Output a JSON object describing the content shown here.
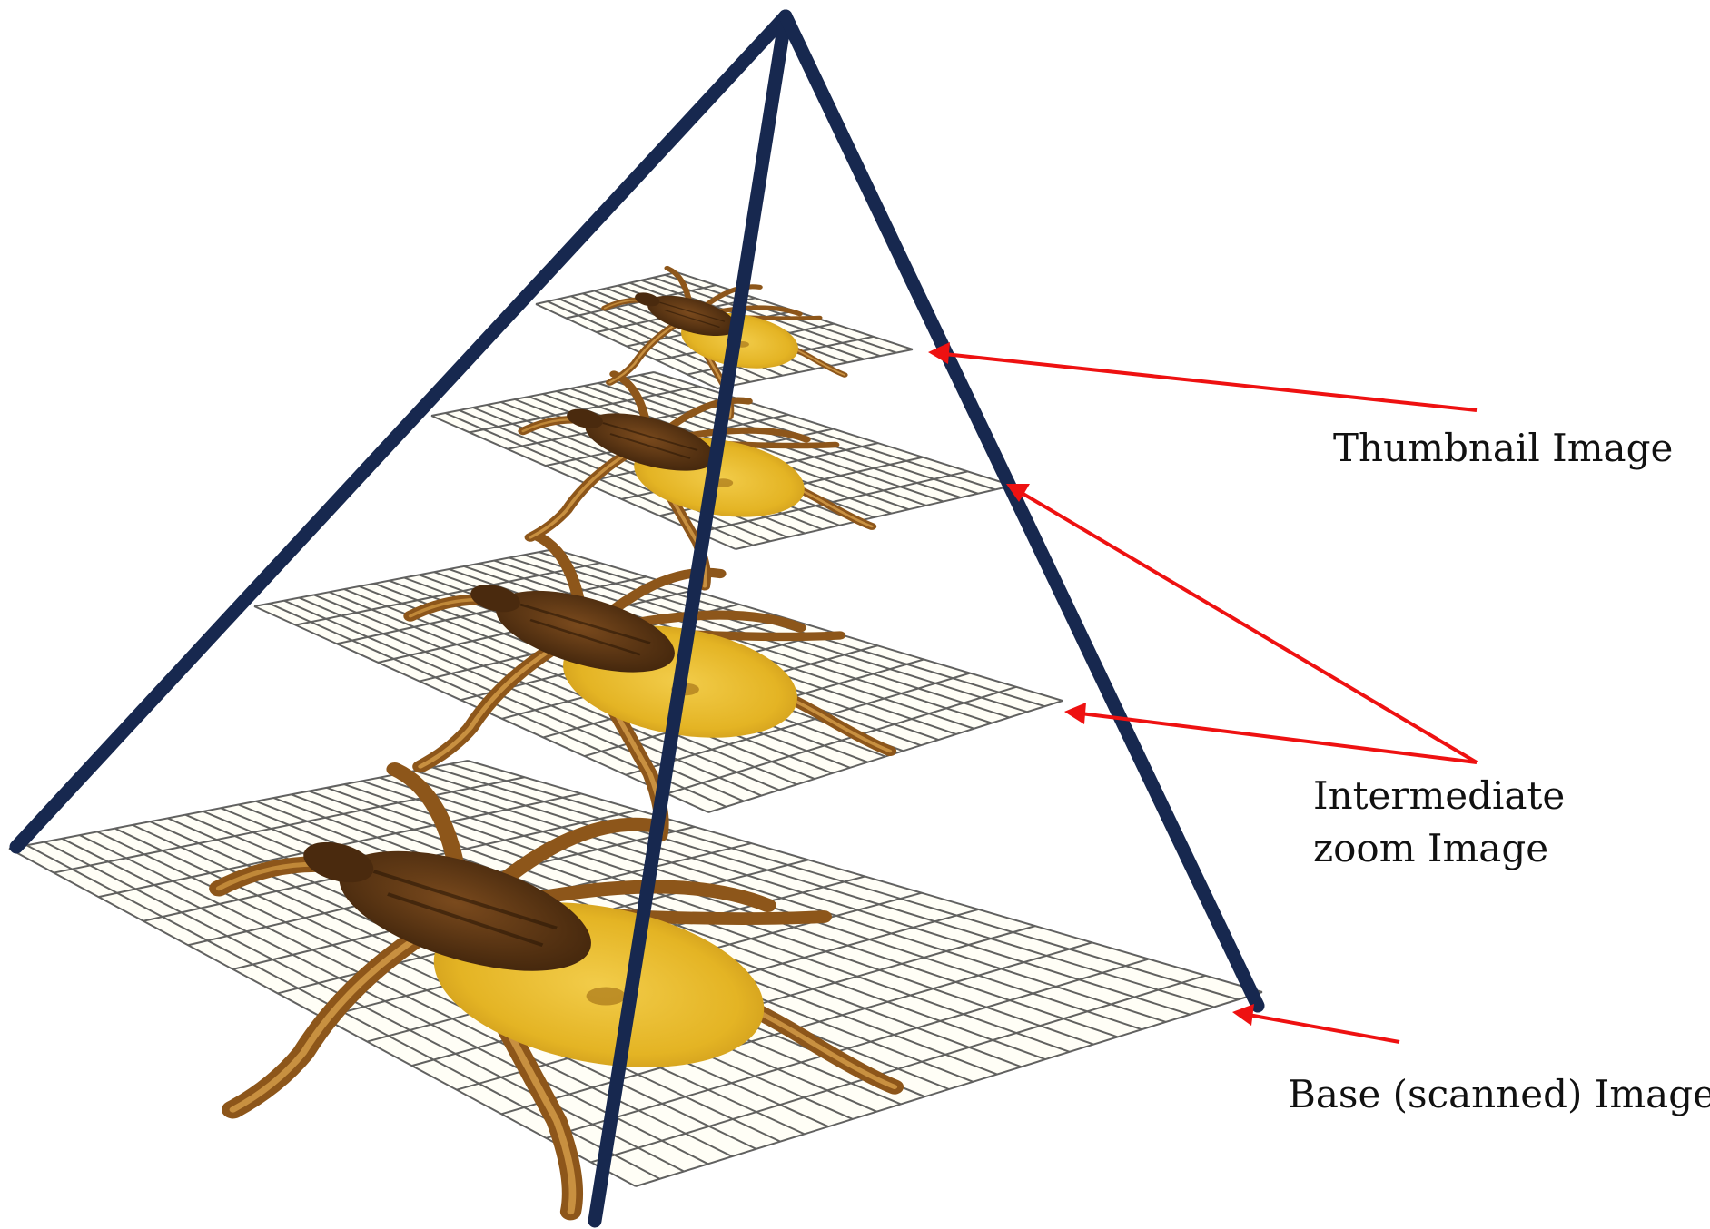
{
  "labels": {
    "thumbnail": "Thumbnail Image",
    "intermediate_line1": "Intermediate",
    "intermediate_line2": "zoom  Image",
    "base": "Base (scanned) Image"
  },
  "colors": {
    "pyramid_edge": "#17284f",
    "arrow": "#ee1111",
    "grid": "#3a3a3a",
    "tick_body": "#5b3411",
    "tick_abdomen": "#e0b020",
    "tick_legs": "#9a5f1e"
  },
  "icons": {
    "layer_subject": "tick-specimen-icon"
  }
}
